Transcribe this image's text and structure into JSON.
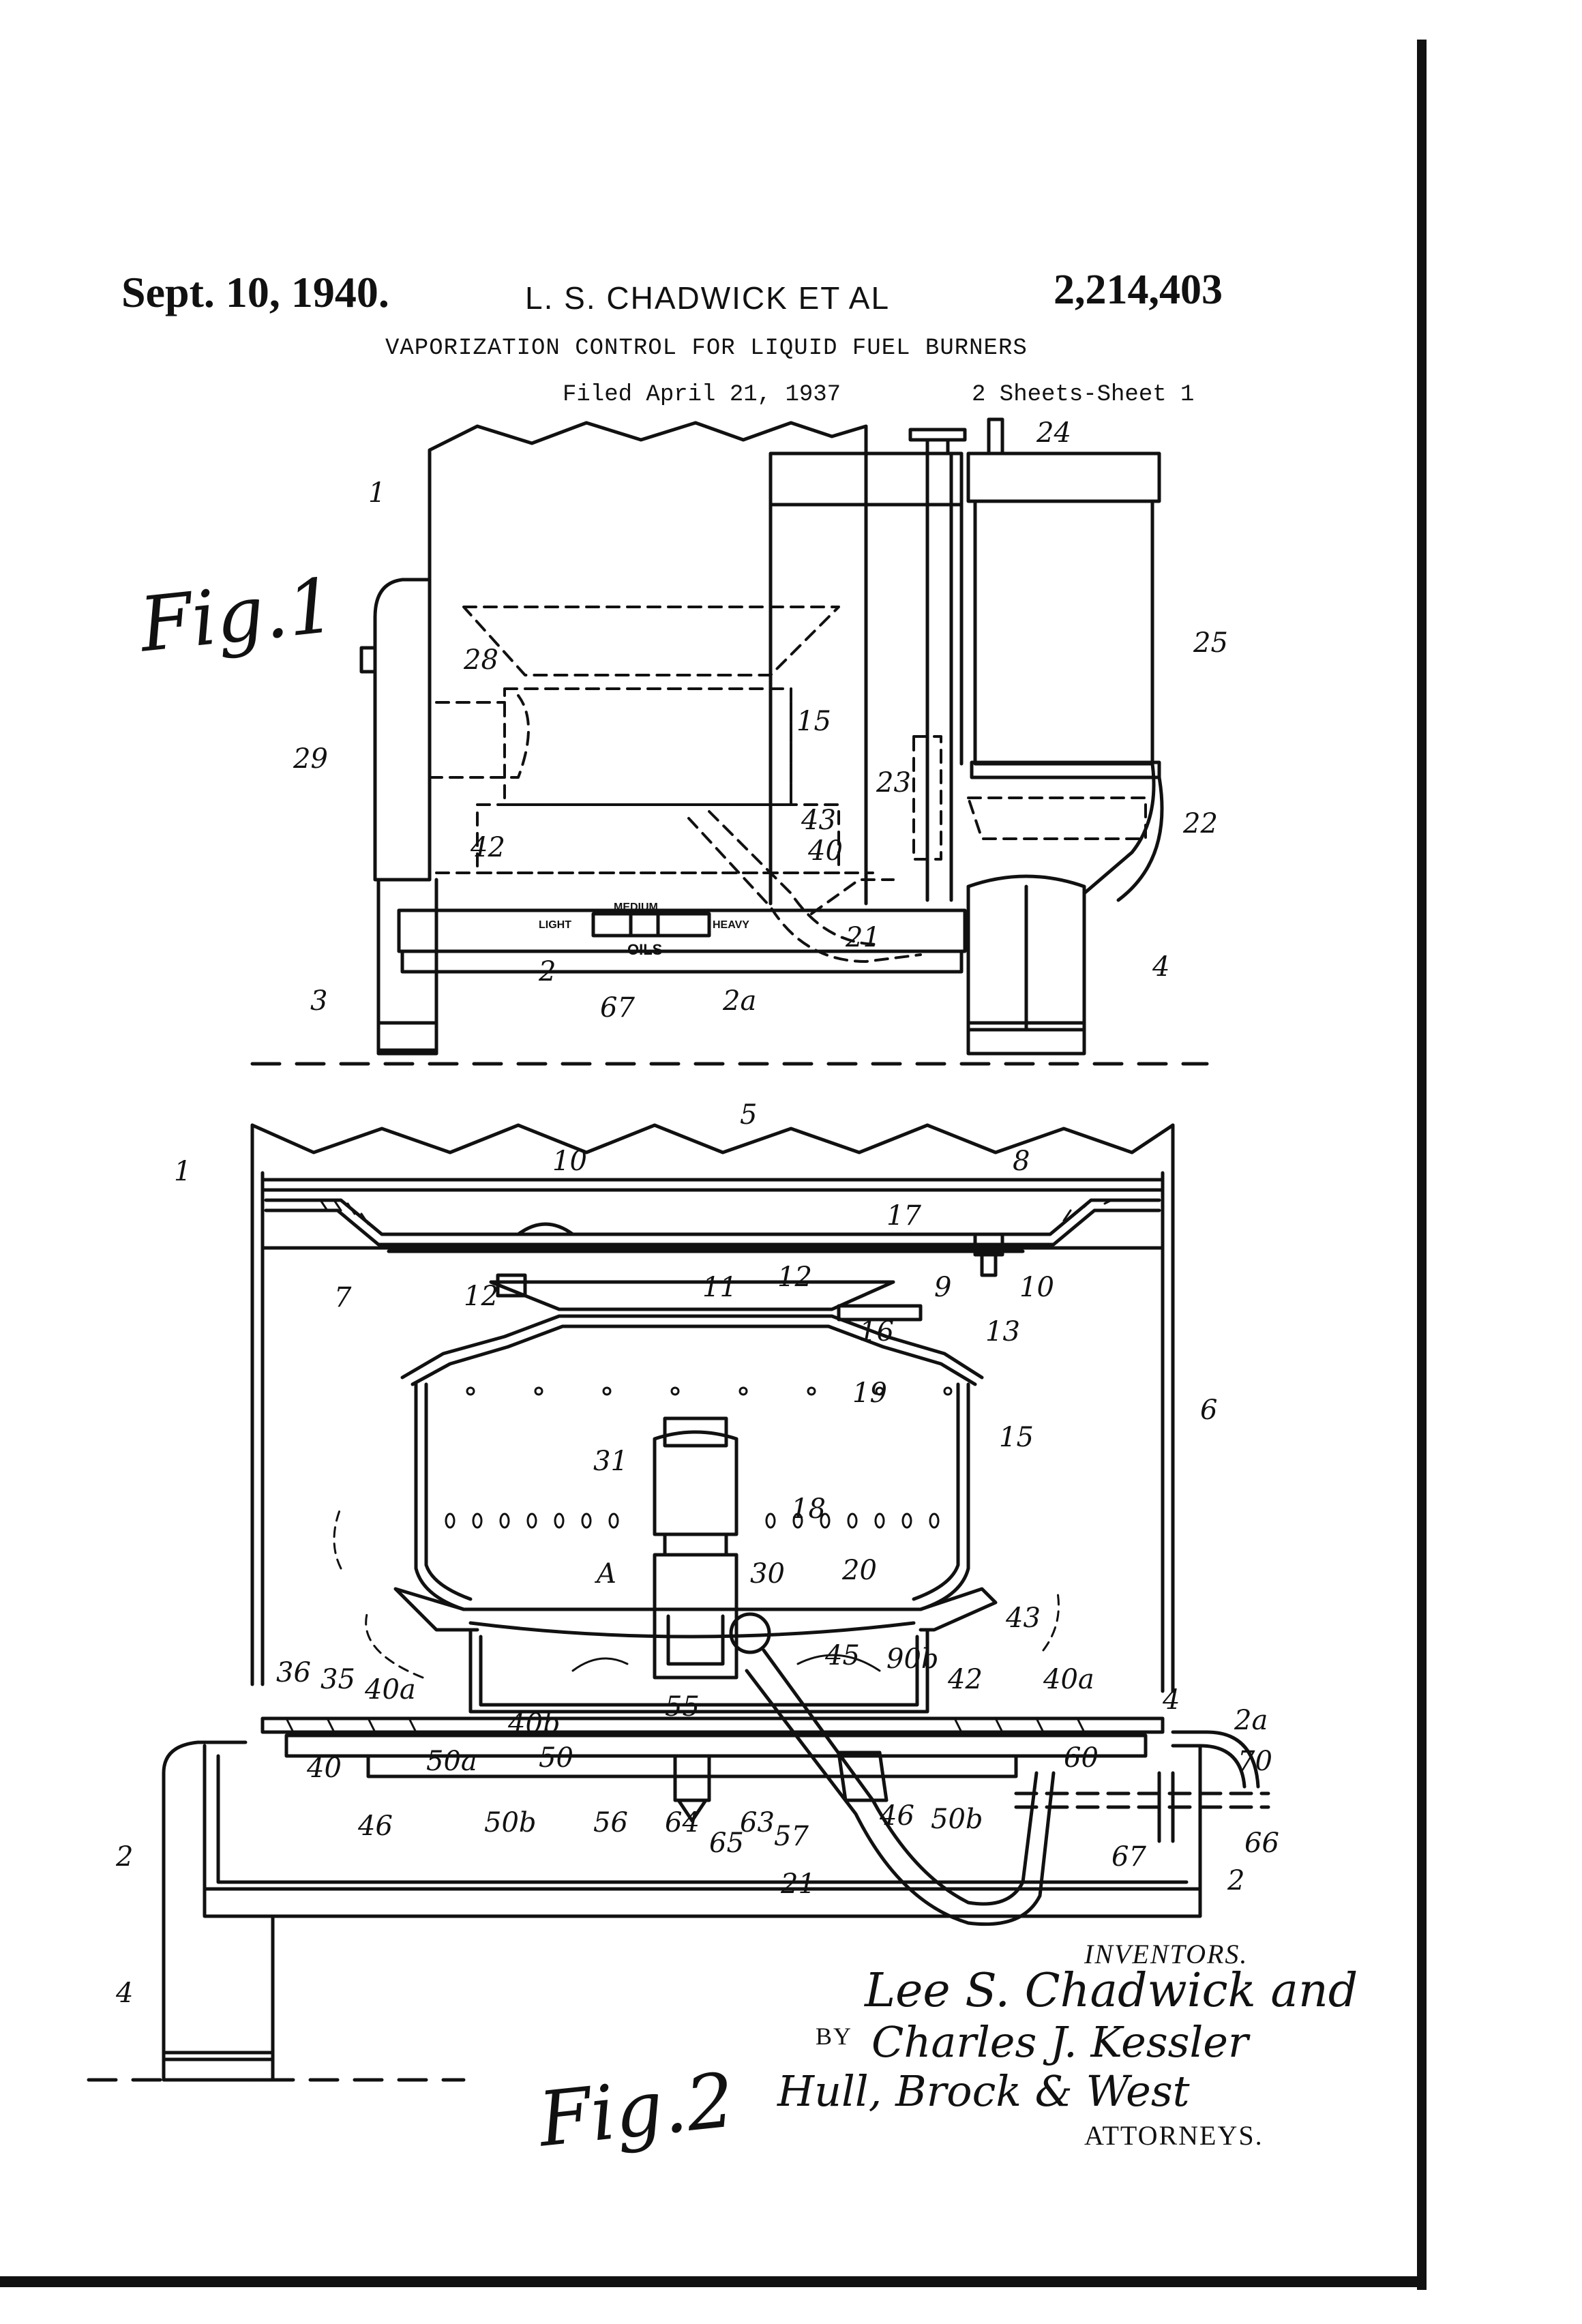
{
  "header": {
    "date": "Sept. 10, 1940.",
    "inventor": "L. S. CHADWICK ET AL",
    "patent_number": "2,214,403",
    "title": "VAPORIZATION CONTROL FOR LIQUID FUEL BURNERS",
    "filed": "Filed April 21, 1937",
    "sheets": "2 Sheets-Sheet 1"
  },
  "fig1": {
    "label": "Fig.1",
    "dial": {
      "top": "MEDIUM",
      "left": "LIGHT",
      "right": "HEAVY",
      "bottom": "OILS"
    },
    "refs": [
      "1",
      "24",
      "25",
      "28",
      "15",
      "29",
      "23",
      "22",
      "43",
      "42",
      "40",
      "21",
      "4",
      "2",
      "67",
      "2a",
      "3"
    ]
  },
  "fig2": {
    "label": "Fig.2",
    "refs": [
      "5",
      "1",
      "8",
      "10",
      "17",
      "12",
      "11",
      "12",
      "9",
      "10",
      "7",
      "16",
      "13",
      "19",
      "6",
      "15",
      "31",
      "18",
      "A",
      "30",
      "20",
      "43",
      "36",
      "35",
      "40a",
      "45",
      "90b",
      "42",
      "40a",
      "4",
      "2a",
      "55",
      "40b",
      "40",
      "50a",
      "50",
      "60",
      "70",
      "46",
      "50b",
      "56",
      "64",
      "65",
      "63",
      "57",
      "46",
      "50b",
      "67",
      "66",
      "2",
      "21",
      "2",
      "4"
    ]
  },
  "signatures": {
    "inventors_label": "INVENTORS.",
    "inventor1": "Lee S. Chadwick and",
    "by_label": "BY",
    "inventor2": "Charles J. Kessler",
    "attorneys": "Hull, Brock & West",
    "attorneys_label": "ATTORNEYS."
  }
}
